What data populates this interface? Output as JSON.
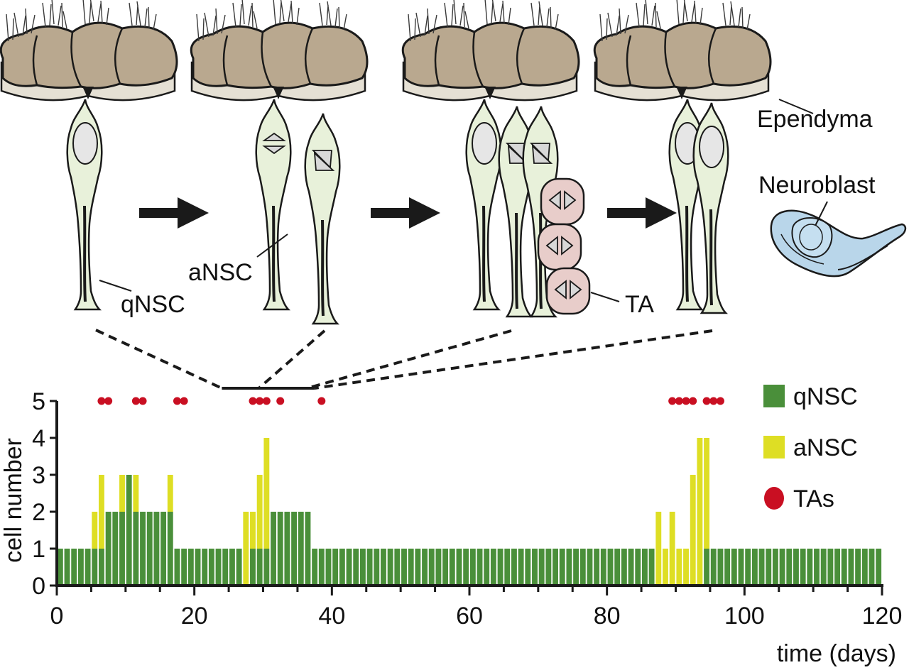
{
  "cell_labels": {
    "qnsc": "qNSC",
    "ansc": "aNSC",
    "ta": "TA",
    "ependyma": "Ependyma",
    "neuroblast": "Neuroblast"
  },
  "colors": {
    "qnsc": "#4a8f3a",
    "ansc": "#dede24",
    "ta": "#c90f22",
    "ependyma": "#b9a88f",
    "stem_cell_fill": "#e8f1da",
    "ta_cell_fill": "#e8cdca",
    "neuroblast_fill": "#b9d6ea"
  },
  "chart_data": {
    "type": "bar",
    "stacked": true,
    "xlabel": "time (days)",
    "ylabel": "cell number",
    "xlim": [
      0,
      120
    ],
    "ylim": [
      0,
      5
    ],
    "xticks": [
      "0",
      "20",
      "40",
      "60",
      "80",
      "100",
      "120"
    ],
    "yticks": [
      "0",
      "1",
      "2",
      "3",
      "4",
      "5"
    ],
    "legend": {
      "position": "top-right",
      "entries": [
        {
          "label": "qNSC",
          "color": "#4a8f3a",
          "marker": "square"
        },
        {
          "label": "aNSC",
          "color": "#dede24",
          "marker": "square"
        },
        {
          "label": "TAs",
          "color": "#c90f22",
          "marker": "circle"
        }
      ]
    },
    "bin_width_days": 1,
    "series": [
      {
        "name": "qNSC",
        "values": [
          1,
          1,
          1,
          1,
          1,
          1,
          1,
          2,
          2,
          2,
          3,
          2,
          2,
          2,
          2,
          2,
          2,
          1,
          1,
          1,
          1,
          1,
          1,
          1,
          1,
          1,
          1,
          0,
          1,
          1,
          1,
          2,
          2,
          2,
          2,
          2,
          2,
          1,
          1,
          1,
          1,
          1,
          1,
          1,
          1,
          1,
          1,
          1,
          1,
          1,
          1,
          1,
          1,
          1,
          1,
          1,
          1,
          1,
          1,
          1,
          1,
          1,
          1,
          1,
          1,
          1,
          1,
          1,
          1,
          1,
          1,
          1,
          1,
          1,
          1,
          1,
          1,
          1,
          1,
          1,
          1,
          1,
          1,
          1,
          1,
          1,
          1,
          0,
          0,
          0,
          0,
          0,
          0,
          0,
          1,
          1,
          1,
          1,
          1,
          1,
          1,
          1,
          1,
          1,
          1,
          1,
          1,
          1,
          1,
          1,
          1,
          1,
          1,
          1,
          1,
          1,
          1,
          1,
          1,
          1
        ]
      },
      {
        "name": "aNSC",
        "values": [
          0,
          0,
          0,
          0,
          0,
          1,
          2,
          0,
          0,
          1,
          0,
          1,
          0,
          0,
          0,
          0,
          1,
          0,
          0,
          0,
          0,
          0,
          0,
          0,
          0,
          0,
          0,
          2,
          1,
          2,
          3,
          0,
          0,
          0,
          0,
          0,
          0,
          0,
          0,
          0,
          0,
          0,
          0,
          0,
          0,
          0,
          0,
          0,
          0,
          0,
          0,
          0,
          0,
          0,
          0,
          0,
          0,
          0,
          0,
          0,
          0,
          0,
          0,
          0,
          0,
          0,
          0,
          0,
          0,
          0,
          0,
          0,
          0,
          0,
          0,
          0,
          0,
          0,
          0,
          0,
          0,
          0,
          0,
          0,
          0,
          0,
          0,
          2,
          1,
          2,
          1,
          1,
          3,
          4,
          3,
          0,
          0,
          0,
          0,
          0,
          0,
          0,
          0,
          0,
          0,
          0,
          0,
          0,
          0,
          0,
          0,
          0,
          0,
          0,
          0,
          0,
          0,
          0,
          0,
          0
        ]
      },
      {
        "name": "TAs",
        "type": "events",
        "y": 5,
        "x": [
          6.5,
          7.5,
          11.5,
          12.5,
          17.5,
          18.5,
          28.5,
          29.5,
          30.5,
          32.5,
          38.5,
          89.5,
          90.5,
          91.5,
          92.5,
          94.5,
          95.5,
          96.5
        ]
      }
    ],
    "highlight_window": [
      24,
      37.5
    ]
  }
}
